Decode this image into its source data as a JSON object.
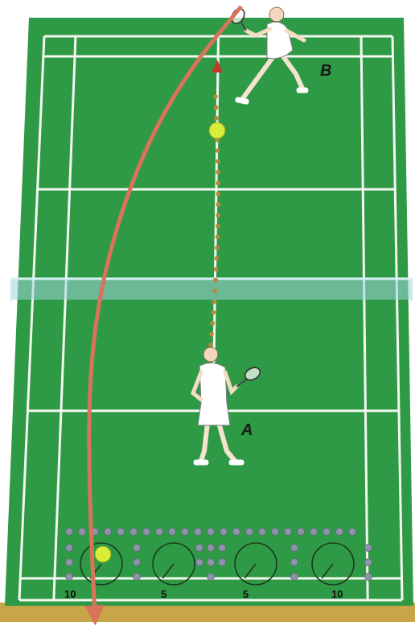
{
  "diagram": {
    "labels": [
      "B",
      "A",
      "10",
      "5",
      "5",
      "10"
    ]
  }
}
